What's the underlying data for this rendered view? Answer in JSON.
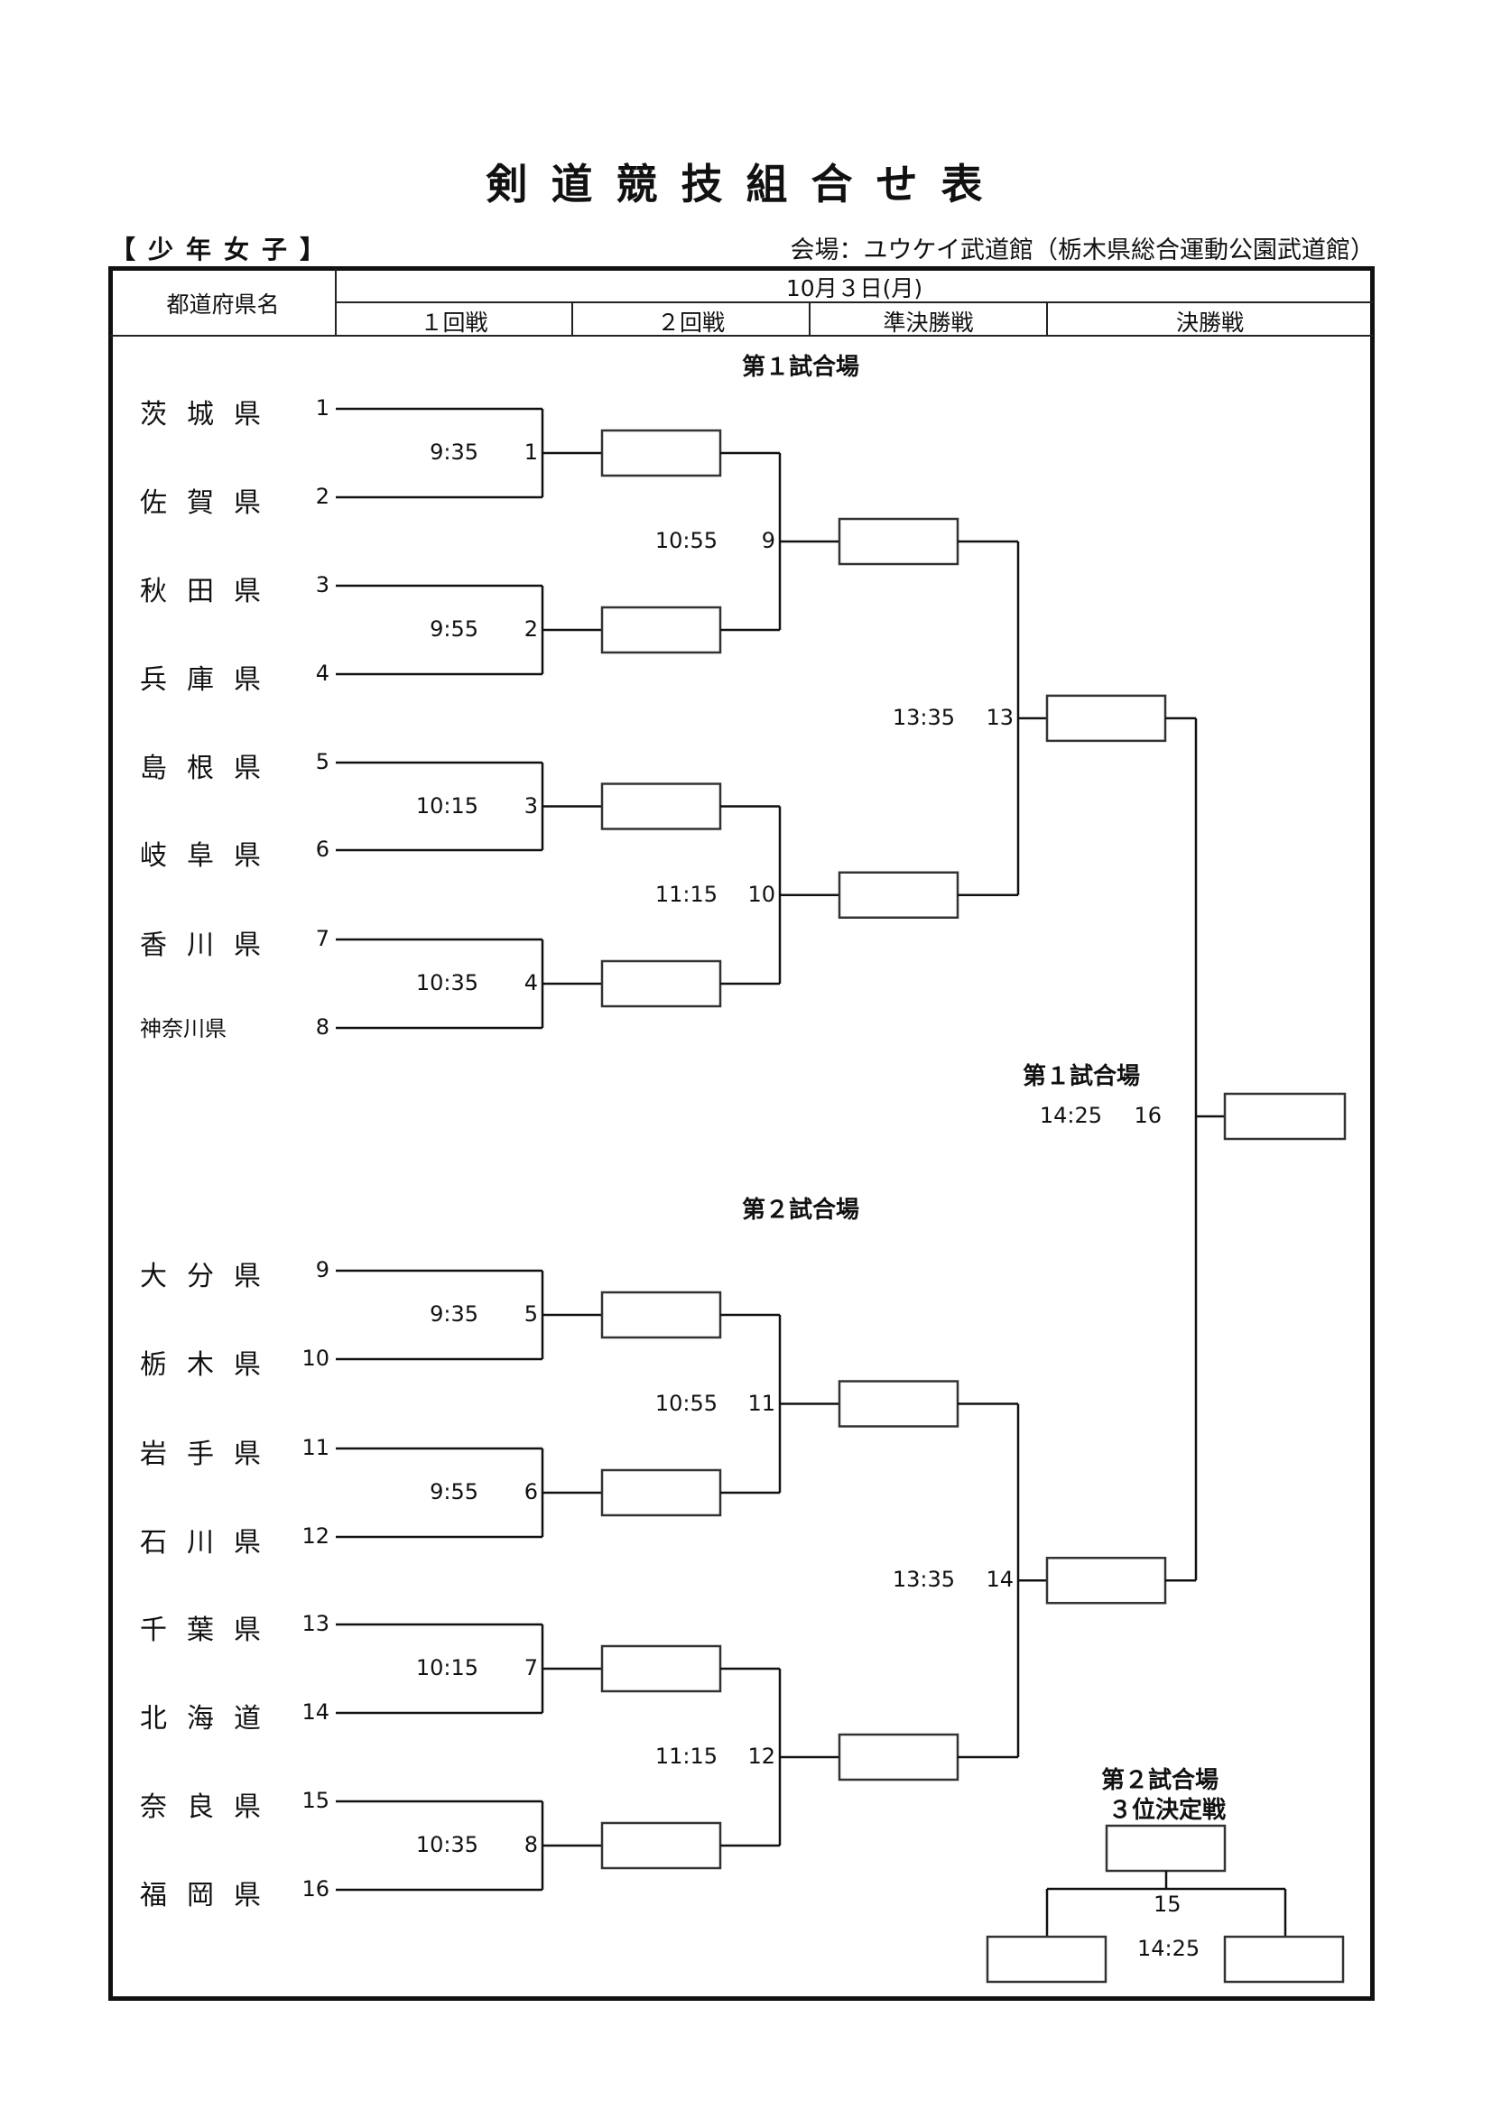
{
  "title": "剣道競技組合せ表",
  "division": "【少年女子】",
  "venue": "会場：ユウケイ武道館（栃木県総合運動公園武道館）",
  "header": {
    "prefecture_col": "都道府県名",
    "date": "10月３日(月)",
    "rounds": [
      "１回戦",
      "２回戦",
      "準決勝戦",
      "決勝戦"
    ]
  },
  "courts": {
    "court1": "第１試合場",
    "court2": "第２試合場",
    "final_court": "第１試合場",
    "third_place_court": "第２試合場",
    "third_place_label": "３位決定戦"
  },
  "entrants": [
    {
      "seed": "1",
      "name": "茨城県"
    },
    {
      "seed": "2",
      "name": "佐賀県"
    },
    {
      "seed": "3",
      "name": "秋田県"
    },
    {
      "seed": "4",
      "name": "兵庫県"
    },
    {
      "seed": "5",
      "name": "島根県"
    },
    {
      "seed": "6",
      "name": "岐阜県"
    },
    {
      "seed": "7",
      "name": "香川県"
    },
    {
      "seed": "8",
      "name": "神奈川県"
    },
    {
      "seed": "9",
      "name": "大分県"
    },
    {
      "seed": "10",
      "name": "栃木県"
    },
    {
      "seed": "11",
      "name": "岩手県"
    },
    {
      "seed": "12",
      "name": "石川県"
    },
    {
      "seed": "13",
      "name": "千葉県"
    },
    {
      "seed": "14",
      "name": "北海道"
    },
    {
      "seed": "15",
      "name": "奈良県"
    },
    {
      "seed": "16",
      "name": "福岡県"
    }
  ],
  "matches": [
    {
      "no": "1",
      "time": "9:35"
    },
    {
      "no": "2",
      "time": "9:55"
    },
    {
      "no": "3",
      "time": "10:15"
    },
    {
      "no": "4",
      "time": "10:35"
    },
    {
      "no": "5",
      "time": "9:35"
    },
    {
      "no": "6",
      "time": "9:55"
    },
    {
      "no": "7",
      "time": "10:15"
    },
    {
      "no": "8",
      "time": "10:35"
    },
    {
      "no": "9",
      "time": "10:55"
    },
    {
      "no": "10",
      "time": "11:15"
    },
    {
      "no": "11",
      "time": "10:55"
    },
    {
      "no": "12",
      "time": "11:15"
    },
    {
      "no": "13",
      "time": "13:35"
    },
    {
      "no": "14",
      "time": "13:35"
    },
    {
      "no": "15",
      "time": "14:25"
    },
    {
      "no": "16",
      "time": "14:25"
    }
  ]
}
